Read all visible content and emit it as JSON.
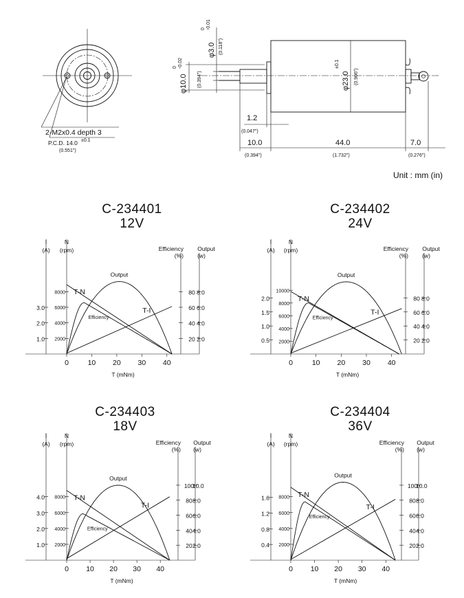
{
  "drawing": {
    "hole_note": "2-M2x0.4 depth 3",
    "pcd_label": "P.C.D. 14.0",
    "pcd_tol": "±0.1",
    "pcd_in": "(0.551\")",
    "shaft_dia": "φ3.0",
    "shaft_tol_top": "0",
    "shaft_tol_bot": "-0.01",
    "shaft_in": "(0.118\")",
    "boss_dia": "φ10.0",
    "boss_tol_top": "0",
    "boss_tol_bot": "-0.02",
    "boss_in": "(0.394\")",
    "body_dia": "φ23.0",
    "body_tol": "±0.1",
    "body_in": "(0.906\")",
    "d1": "1.2",
    "d1_in": "(0.047\")",
    "d2": "10.0",
    "d2_in": "(0.394\")",
    "d3": "44.0",
    "d3_in": "(1.732\")",
    "d4": "7.0",
    "d4_in": "(0.276\")",
    "unit": "Unit : mm (in)"
  },
  "chart_data": [
    {
      "type": "line",
      "title": "C-234401",
      "subtitle": "12V",
      "xlabel": "T (mNm)",
      "x_ticks": [
        0,
        10,
        20,
        30,
        40
      ],
      "xlim": [
        0,
        45
      ],
      "left_axis_I": {
        "label": "I",
        "unit": "(A)",
        "ticks": [
          "1.0",
          "2.0",
          "3.0"
        ],
        "values": [
          1,
          2,
          3
        ],
        "max": 4.5
      },
      "left_axis_N": {
        "label": "N",
        "unit": "(rpm)",
        "ticks": [
          "2000",
          "4000",
          "6000",
          "8000"
        ],
        "values": [
          2000,
          4000,
          6000,
          8000
        ],
        "max": 9000
      },
      "right_axis_eff": {
        "label": "Efficiency",
        "unit": "(%)",
        "ticks": [
          "20",
          "40",
          "60",
          "80"
        ],
        "values": [
          20,
          40,
          60,
          80
        ],
        "max": 90
      },
      "right_axis_out": {
        "label": "Output",
        "unit": "(w)",
        "ticks": [
          "2.0",
          "4.0",
          "6.0",
          "8.0"
        ],
        "values": [
          2,
          4,
          6,
          8
        ],
        "max": 9
      },
      "series": [
        {
          "name": "T-N",
          "x": [
            0,
            42
          ],
          "y": [
            8900,
            0
          ]
        },
        {
          "name": "T-I",
          "x": [
            0,
            42
          ],
          "y": [
            0.05,
            3.05
          ]
        },
        {
          "name": "Output",
          "peak_x": 21,
          "peak_y": 9.3,
          "stall_x": 42
        },
        {
          "name": "Efficiency",
          "peak_x": 7,
          "peak_y": 66,
          "stall_x": 42
        }
      ]
    },
    {
      "type": "line",
      "title": "C-234402",
      "subtitle": "24V",
      "xlabel": "T (mNm)",
      "x_ticks": [
        0,
        10,
        20,
        30,
        40
      ],
      "xlim": [
        0,
        45
      ],
      "left_axis_I": {
        "label": "I",
        "unit": "(A)",
        "ticks": [
          "0.5",
          "1.0",
          "1.5",
          "2.0"
        ],
        "values": [
          0.5,
          1.0,
          1.5,
          2.0
        ],
        "max": 2.5
      },
      "left_axis_N": {
        "label": "N",
        "unit": "(rpm)",
        "ticks": [
          "2000",
          "4000",
          "6000",
          "8000",
          "10000"
        ],
        "values": [
          2000,
          4000,
          6000,
          8000,
          10000
        ],
        "max": 11000
      },
      "right_axis_eff": {
        "label": "Efficiency",
        "unit": "(%)",
        "ticks": [
          "20",
          "40",
          "60",
          "80"
        ],
        "values": [
          20,
          40,
          60,
          80
        ],
        "max": 100
      },
      "right_axis_out": {
        "label": "Output",
        "unit": "(w)",
        "ticks": [
          "2.0",
          "4.0",
          "6.0",
          "8.0"
        ],
        "values": [
          2,
          4,
          6,
          8
        ],
        "max": 10
      },
      "series": [
        {
          "name": "T-N",
          "x": [
            0,
            43
          ],
          "y": [
            9800,
            0
          ]
        },
        {
          "name": "T-I",
          "x": [
            0,
            44
          ],
          "y": [
            0.03,
            1.62
          ]
        },
        {
          "name": "Output",
          "peak_x": 22,
          "peak_y": 10.3,
          "stall_x": 44
        },
        {
          "name": "Efficiency",
          "peak_x": 7,
          "peak_y": 73,
          "stall_x": 43
        }
      ]
    },
    {
      "type": "line",
      "title": "C-234403",
      "subtitle": "18V",
      "xlabel": "T (mNm)",
      "x_ticks": [
        0,
        10,
        20,
        30,
        40
      ],
      "xlim": [
        0,
        47
      ],
      "left_axis_I": {
        "label": "I",
        "unit": "(A)",
        "ticks": [
          "1.0",
          "2.0",
          "3.0",
          "4.0"
        ],
        "values": [
          1,
          2,
          3,
          4
        ],
        "max": 5.2
      },
      "left_axis_N": {
        "label": "N",
        "unit": "(rpm)",
        "ticks": [
          "2000",
          "4000",
          "6000",
          "8000"
        ],
        "values": [
          2000,
          4000,
          6000,
          8000
        ],
        "max": 10400
      },
      "right_axis_eff": {
        "label": "Efficiency",
        "unit": "(%)",
        "ticks": [
          "20",
          "40",
          "60",
          "80",
          "100"
        ],
        "values": [
          20,
          40,
          60,
          80,
          100
        ],
        "max": 110
      },
      "right_axis_out": {
        "label": "Output",
        "unit": "(w)",
        "ticks": [
          "2.0",
          "4.0",
          "6.0",
          "8.0",
          "10.0"
        ],
        "values": [
          2,
          4,
          6,
          8,
          10
        ],
        "max": 11
      },
      "series": [
        {
          "name": "T-N",
          "x": [
            0,
            44
          ],
          "y": [
            8800,
            0
          ]
        },
        {
          "name": "T-I",
          "x": [
            0,
            44
          ],
          "y": [
            0.1,
            4.0
          ]
        },
        {
          "name": "Output",
          "peak_x": 22,
          "peak_y": 10.0,
          "stall_x": 44
        },
        {
          "name": "Efficiency",
          "peak_x": 7,
          "peak_y": 62,
          "stall_x": 44
        }
      ]
    },
    {
      "type": "line",
      "title": "C-234404",
      "subtitle": "36V",
      "xlabel": "T (mNm)",
      "x_ticks": [
        0,
        10,
        20,
        30,
        40
      ],
      "xlim": [
        0,
        46
      ],
      "left_axis_I": {
        "label": "I",
        "unit": "(A)",
        "ticks": [
          "0.4",
          "0.8",
          "1.2",
          "1.6"
        ],
        "values": [
          0.4,
          0.8,
          1.2,
          1.6
        ],
        "max": 2.1
      },
      "left_axis_N": {
        "label": "N",
        "unit": "(rpm)",
        "ticks": [
          "2000",
          "4000",
          "6000",
          "8000"
        ],
        "values": [
          2000,
          4000,
          6000,
          8000
        ],
        "max": 10400
      },
      "right_axis_eff": {
        "label": "Efficiency",
        "unit": "(%)",
        "ticks": [
          "20",
          "40",
          "60",
          "80",
          "100"
        ],
        "values": [
          20,
          40,
          60,
          80,
          100
        ],
        "max": 110
      },
      "right_axis_out": {
        "label": "Output",
        "unit": "(w)",
        "ticks": [
          "2.0",
          "4.0",
          "6.0",
          "8.0",
          "10.0"
        ],
        "values": [
          2,
          4,
          6,
          8,
          10
        ],
        "max": 11
      },
      "series": [
        {
          "name": "T-N",
          "x": [
            0,
            44
          ],
          "y": [
            9200,
            0
          ]
        },
        {
          "name": "T-I",
          "x": [
            0,
            44
          ],
          "y": [
            0.02,
            1.55
          ]
        },
        {
          "name": "Output",
          "peak_x": 22,
          "peak_y": 10.4,
          "stall_x": 44
        },
        {
          "name": "Efficiency",
          "peak_x": 6,
          "peak_y": 78,
          "stall_x": 44
        }
      ]
    }
  ]
}
